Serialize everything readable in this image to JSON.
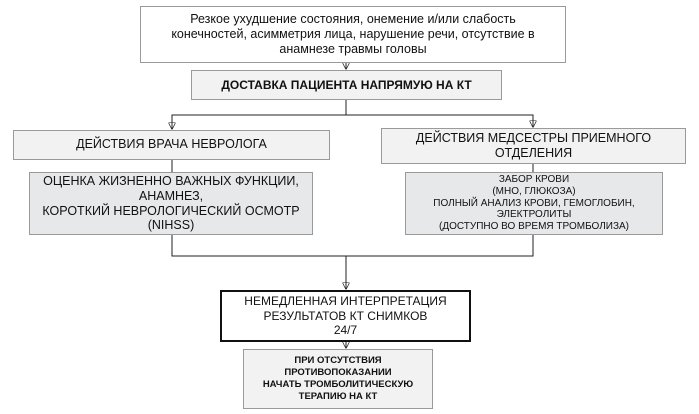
{
  "flowchart": {
    "top_box": "Резкое ухудшение состояния, онемение и/или слабость\nконечностей, асимметрия лица, нарушение речи, отсутствие в\nанамнезе травмы головы",
    "delivery_box": "ДОСТАВКА ПАЦИЕНТА НАПРЯМУЮ НА КТ",
    "neurologist_box": "ДЕЙСТВИЯ ВРАЧА НЕВРОЛОГА",
    "nurse_box": "ДЕЙСТВИЯ МЕДСЕСТРЫ ПРИЕМНОГО\nОТДЕЛЕНИЯ",
    "neuro_eval_box": "ОЦЕНКА ЖИЗНЕННО ВАЖНЫХ ФУНКЦИИ,\nАНАМНЕЗ,\nКОРОТКИЙ НЕВРОЛОГИЧЕСКИЙ ОСМОТР\n(NIHSS)",
    "lab_box": "ЗАБОР КРОВИ\n(МНО, ГЛЮКОЗА)\nПОЛНЫЙ АНАЛИЗ КРОВИ, ГЕМОГЛОБИН,\nЭЛЕКТРОЛИТЫ\n(ДОСТУПНО ВО ВРЕМЯ ТРОМБОЛИЗА)",
    "ct_box": "НЕМЕДЛЕННАЯ ИНТЕРПРЕТАЦИЯ\nРЕЗУЛЬТАТОВ КТ СНИМКОВ\n24/7",
    "thrombolysis_box": "ПРИ ОТСУТСТВИЯ\nПРОТИВОПОКАЗАНИИ\nНАЧАТЬ ТРОМБОЛИТИЧЕСКУЮ\nТЕРАПИЮ НА КТ"
  },
  "colors": {
    "box_border": "#9a9a9a",
    "box_fill_light": "#f2f2f2",
    "box_fill_grey": "#e6e8ea",
    "line": "#222222"
  }
}
